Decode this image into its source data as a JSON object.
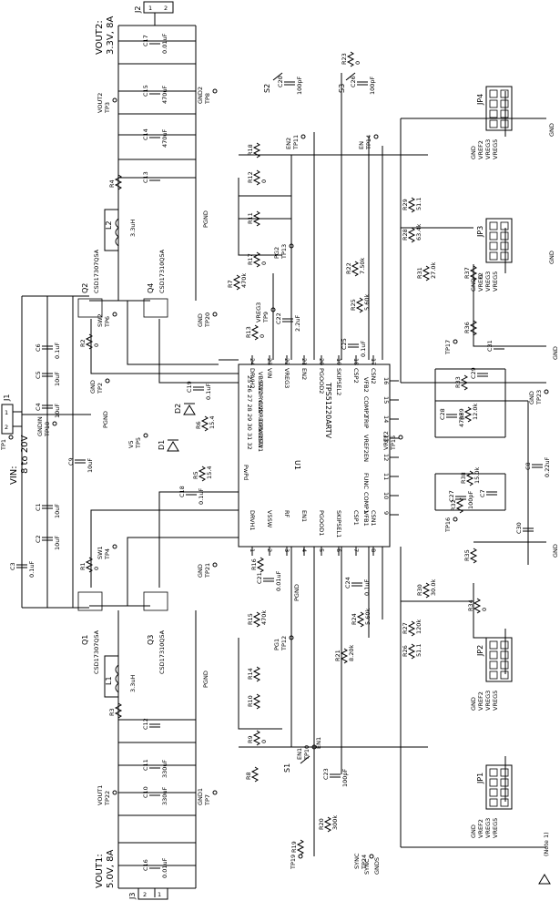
{
  "ic": {
    "ref": "U1",
    "part": "TPS51220ARTV",
    "pins_left": [
      {
        "num": "24",
        "name": "DRVH2"
      },
      {
        "num": "23",
        "name": "VIN"
      },
      {
        "num": "22",
        "name": "VREG3"
      },
      {
        "num": "21",
        "name": "EN2"
      },
      {
        "num": "20",
        "name": "PGOOD2"
      },
      {
        "num": "19",
        "name": "SKIPSEL2"
      },
      {
        "num": "18",
        "name": "CSP2"
      },
      {
        "num": "17",
        "name": "CSN2"
      }
    ],
    "pins_top": [
      {
        "num": "25",
        "name": "VBST2"
      },
      {
        "num": "26",
        "name": "SW2"
      },
      {
        "num": "27",
        "name": "DRVL2"
      },
      {
        "num": "28",
        "name": "GND"
      },
      {
        "num": "29",
        "name": "VREG5"
      },
      {
        "num": "30",
        "name": "DRVL1"
      },
      {
        "num": "31",
        "name": "VBST1"
      },
      {
        "num": "32",
        "name": "SW1"
      }
    ],
    "pins_right": [
      {
        "num": "1",
        "name": "DRVH1"
      },
      {
        "num": "2",
        "name": "V5SW"
      },
      {
        "num": "3",
        "name": "RF"
      },
      {
        "num": "4",
        "name": "EN1"
      },
      {
        "num": "5",
        "name": "PGOOD1"
      },
      {
        "num": "6",
        "name": "SKIPSEL1"
      },
      {
        "num": "7",
        "name": "CSP1"
      },
      {
        "num": "8",
        "name": "CSN1"
      }
    ],
    "pins_bottom": [
      {
        "num": "16",
        "name": "VFB2"
      },
      {
        "num": "15",
        "name": "COMP2"
      },
      {
        "num": "14",
        "name": "TRIP"
      },
      {
        "num": "13",
        "name": "VREF2"
      },
      {
        "num": "12",
        "name": "EN"
      },
      {
        "num": "11",
        "name": "FUNC"
      },
      {
        "num": "10",
        "name": "COMP1"
      },
      {
        "num": "9",
        "name": "VFB1"
      }
    ],
    "pad": "PwPd"
  },
  "supplies": {
    "vin_label": "VIN:",
    "vin_range": "8 to 20V",
    "vout1": "VOUT1:",
    "vout1_val": "5.0V, 8A",
    "vout2": "VOUT2:",
    "vout2_val": "3.3V, 8A"
  },
  "connectors": [
    {
      "ref": "J1",
      "pins": [
        "1",
        "2"
      ]
    },
    {
      "ref": "J2",
      "pins": [
        "1",
        "2"
      ]
    },
    {
      "ref": "J3",
      "pins": [
        "1",
        "2"
      ]
    }
  ],
  "mosfets": [
    {
      "ref": "Q1",
      "part": "CSD17307Q5A"
    },
    {
      "ref": "Q2",
      "part": "CSD17307Q5A"
    },
    {
      "ref": "Q3",
      "part": "CSD17310Q5A"
    },
    {
      "ref": "Q4",
      "part": "CSD17310Q5A"
    }
  ],
  "inductors": [
    {
      "ref": "L1",
      "value": "3.3uH"
    },
    {
      "ref": "L2",
      "value": "3.3uH"
    }
  ],
  "capacitors": [
    {
      "ref": "C1",
      "value": "10uF"
    },
    {
      "ref": "C2",
      "value": "10uF"
    },
    {
      "ref": "C3",
      "value": "0.1uF"
    },
    {
      "ref": "C4",
      "value": "10uF"
    },
    {
      "ref": "C5",
      "value": "10uF"
    },
    {
      "ref": "C6",
      "value": "0.1uF"
    },
    {
      "ref": "C7",
      "value": ""
    },
    {
      "ref": "C8",
      "value": "0.22uF"
    },
    {
      "ref": "C9",
      "value": "10uF"
    },
    {
      "ref": "C10",
      "value": "330uF"
    },
    {
      "ref": "C11",
      "value": "330uF"
    },
    {
      "ref": "C12",
      "value": ""
    },
    {
      "ref": "C13",
      "value": ""
    },
    {
      "ref": "C14",
      "value": "470uF"
    },
    {
      "ref": "C15",
      "value": "470uF"
    },
    {
      "ref": "C16",
      "value": "0.01uF"
    },
    {
      "ref": "C17",
      "value": "0.01uF"
    },
    {
      "ref": "C18",
      "value": "0.1uF"
    },
    {
      "ref": "C19",
      "value": "0.1uF"
    },
    {
      "ref": "C20",
      "value": "100pF"
    },
    {
      "ref": "C21",
      "value": "0.01uF"
    },
    {
      "ref": "C22",
      "value": "2.2uF"
    },
    {
      "ref": "C23",
      "value": "100pF"
    },
    {
      "ref": "C24",
      "value": "0.1uF"
    },
    {
      "ref": "C25",
      "value": "0.1uF"
    },
    {
      "ref": "C26",
      "value": "100pF"
    },
    {
      "ref": "C27",
      "value": "100pF"
    },
    {
      "ref": "C28",
      "value": "47pF"
    },
    {
      "ref": "C29",
      "value": ""
    },
    {
      "ref": "C30",
      "value": ""
    },
    {
      "ref": "C31",
      "value": ""
    }
  ],
  "resistors": [
    {
      "ref": "R1",
      "value": "0"
    },
    {
      "ref": "R2",
      "value": "0"
    },
    {
      "ref": "R3",
      "value": ""
    },
    {
      "ref": "R4",
      "value": ""
    },
    {
      "ref": "R5",
      "value": "15.4"
    },
    {
      "ref": "R6",
      "value": "15.4"
    },
    {
      "ref": "R7",
      "value": "470k"
    },
    {
      "ref": "R8",
      "value": ""
    },
    {
      "ref": "R9",
      "value": "0"
    },
    {
      "ref": "R10",
      "value": ""
    },
    {
      "ref": "R11",
      "value": ""
    },
    {
      "ref": "R12",
      "value": "0"
    },
    {
      "ref": "R13",
      "value": "0"
    },
    {
      "ref": "R14",
      "value": ""
    },
    {
      "ref": "R15",
      "value": "470k"
    },
    {
      "ref": "R16",
      "value": ""
    },
    {
      "ref": "R17",
      "value": "0"
    },
    {
      "ref": "R18",
      "value": ""
    },
    {
      "ref": "R19",
      "value": ""
    },
    {
      "ref": "R20",
      "value": "300k"
    },
    {
      "ref": "R21",
      "value": "8.20k"
    },
    {
      "ref": "R22",
      "value": "7.50k"
    },
    {
      "ref": "R23",
      "value": "0"
    },
    {
      "ref": "R24",
      "value": "5.60k"
    },
    {
      "ref": "R25",
      "value": "5.60k"
    },
    {
      "ref": "R26",
      "value": "51.1"
    },
    {
      "ref": "R27",
      "value": "120k"
    },
    {
      "ref": "R28",
      "value": "63.4k"
    },
    {
      "ref": "R29",
      "value": "51.1"
    },
    {
      "ref": "R30",
      "value": "30.0k"
    },
    {
      "ref": "R31",
      "value": "27.0k"
    },
    {
      "ref": "R32",
      "value": ""
    },
    {
      "ref": "R33",
      "value": ""
    },
    {
      "ref": "R34",
      "value": "0"
    },
    {
      "ref": "R35",
      "value": ""
    },
    {
      "ref": "R36",
      "value": ""
    },
    {
      "ref": "R37",
      "value": "0"
    },
    {
      "ref": "R38",
      "value": "15.0k"
    },
    {
      "ref": "R39",
      "value": "12.0k"
    }
  ],
  "diodes": [
    {
      "ref": "D1"
    },
    {
      "ref": "D2"
    }
  ],
  "switches": [
    {
      "ref": "S1",
      "label": "EN1"
    },
    {
      "ref": "S2",
      "label": ""
    },
    {
      "ref": "S3",
      "label": ""
    }
  ],
  "testpoints": [
    {
      "ref": "TP1",
      "label": "VIN"
    },
    {
      "ref": "TP2",
      "label": "GND"
    },
    {
      "ref": "TP3",
      "label": "VOUT2"
    },
    {
      "ref": "TP4",
      "label": "SW1"
    },
    {
      "ref": "TP5",
      "label": "V5"
    },
    {
      "ref": "TP6",
      "label": "SW2"
    },
    {
      "ref": "TP7",
      "label": "GND1"
    },
    {
      "ref": "TP8",
      "label": "GND2"
    },
    {
      "ref": "TP9",
      "label": "VREG3"
    },
    {
      "ref": "TP10",
      "label": "EN1"
    },
    {
      "ref": "TP11",
      "label": "EN2"
    },
    {
      "ref": "TP12",
      "label": "PG1"
    },
    {
      "ref": "TP13",
      "label": "PG2"
    },
    {
      "ref": "TP14",
      "label": "EN"
    },
    {
      "ref": "TP15",
      "label": "VREF2"
    },
    {
      "ref": "TP16",
      "label": ""
    },
    {
      "ref": "TP17",
      "label": ""
    },
    {
      "ref": "TP18",
      "label": "GNDIN"
    },
    {
      "ref": "TP19",
      "label": ""
    },
    {
      "ref": "TP20",
      "label": "GND"
    },
    {
      "ref": "TP21",
      "label": "GND"
    },
    {
      "ref": "TP22",
      "label": "VOUT1"
    },
    {
      "ref": "TP23",
      "label": "GND"
    },
    {
      "ref": "TP24",
      "label": "SYNC"
    }
  ],
  "jumpers": [
    {
      "ref": "JP1",
      "pins": [
        "GND",
        "VREF2",
        "VREG3",
        "VREG5"
      ]
    },
    {
      "ref": "JP2",
      "pins": [
        "GND",
        "VREF2",
        "VREG3",
        "VREG5"
      ]
    },
    {
      "ref": "JP3",
      "pins": [
        "GND",
        "VREF2",
        "VREG3",
        "VREG5"
      ]
    },
    {
      "ref": "JP4",
      "pins": [
        "GND",
        "VREF2",
        "VREG3",
        "VREG5"
      ]
    }
  ],
  "nets": {
    "gnd": "GND",
    "pgnd": "PGND",
    "gnds": "GNDS",
    "sync": "SYNC"
  },
  "note": "(Note 1)"
}
